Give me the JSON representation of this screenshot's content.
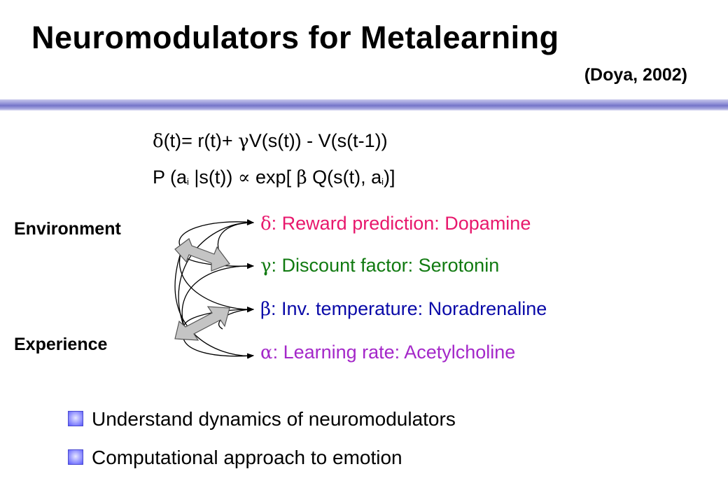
{
  "slide": {
    "title": "Neuromodulators for Metalearning",
    "citation": "(Doya, 2002)"
  },
  "equations": {
    "td_error": {
      "delta": "δ",
      "part1": "(t)= r(t)+ ",
      "gamma": "γ",
      "part2": "V(s(t)) - V(s(t-1))"
    },
    "policy": {
      "part1": "P (a",
      "sub1": "i",
      "part2": " |s(t)) ",
      "prop": "∝",
      "part3": " exp[ ",
      "beta": "β",
      "part4": " Q(s(t), a",
      "sub2": "i",
      "part5": ")]"
    }
  },
  "labels": {
    "environment": "Environment",
    "experience": "Experience"
  },
  "parameters": [
    {
      "symbol": "δ",
      "text": ": Reward prediction: Dopamine",
      "color": "#e8186d"
    },
    {
      "symbol": "γ",
      "text": ": Discount factor: Serotonin",
      "color": "#117a11"
    },
    {
      "symbol": "β",
      "text": ": Inv. temperature: Noradrenaline",
      "color": "#0a0aa8"
    },
    {
      "symbol": "α",
      "text": ": Learning rate: Acetylcholine",
      "color": "#a428c9"
    }
  ],
  "bullets": [
    "Understand dynamics of neuromodulators",
    "Computational approach to emotion"
  ],
  "colors": {
    "bullet_box": "#6a6aff",
    "header_rule": "#7474c8"
  }
}
